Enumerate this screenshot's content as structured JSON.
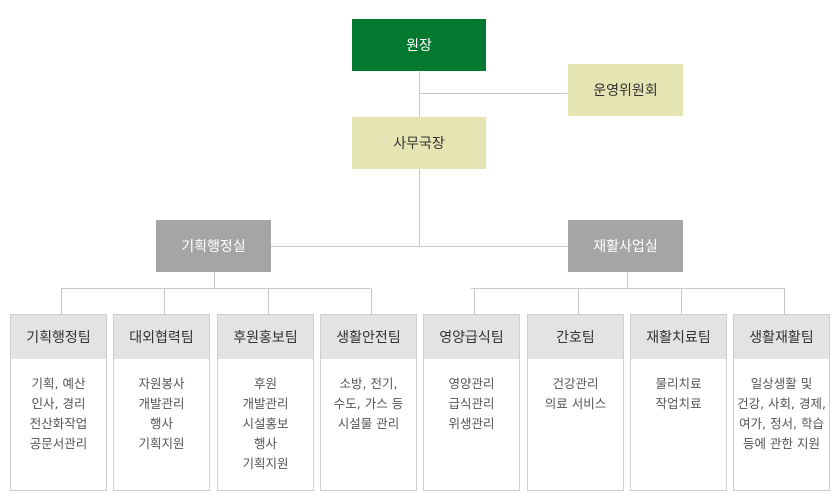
{
  "director": "원장",
  "committee": "운영위원회",
  "secretary": "사무국장",
  "depts": [
    "기획행정실",
    "재활사업실"
  ],
  "colors": {
    "director": "#037a2f",
    "yellow": "#e5e4b3",
    "dept": "#a5a5a5"
  },
  "teams": [
    {
      "name": "기획행정팀",
      "duties": [
        "기획, 예산",
        "인사, 경리",
        "전산화작업",
        "공문서관리"
      ]
    },
    {
      "name": "대외협력팀",
      "duties": [
        "자원봉사",
        "개발관리",
        "행사",
        "기획지원"
      ]
    },
    {
      "name": "후원홍보팀",
      "duties": [
        "후원",
        "개발관리",
        "시설홍보",
        "행사",
        "기획지원"
      ]
    },
    {
      "name": "생활안전팀",
      "duties": [
        "소방, 전기,",
        "수도, 가스 등",
        "시설물 관리"
      ]
    },
    {
      "name": "영양급식팀",
      "duties": [
        "영양관리",
        "급식관리",
        "위생관리"
      ]
    },
    {
      "name": "간호팀",
      "duties": [
        "건강관리",
        "의료 서비스"
      ]
    },
    {
      "name": "재활치료팀",
      "duties": [
        "물리치료",
        "작업치료"
      ]
    },
    {
      "name": "생활재활팀",
      "duties": [
        "일상생활 및",
        "건강, 사회, 경제,",
        "여가, 정서, 학습",
        "등에 관한 지원"
      ]
    }
  ]
}
